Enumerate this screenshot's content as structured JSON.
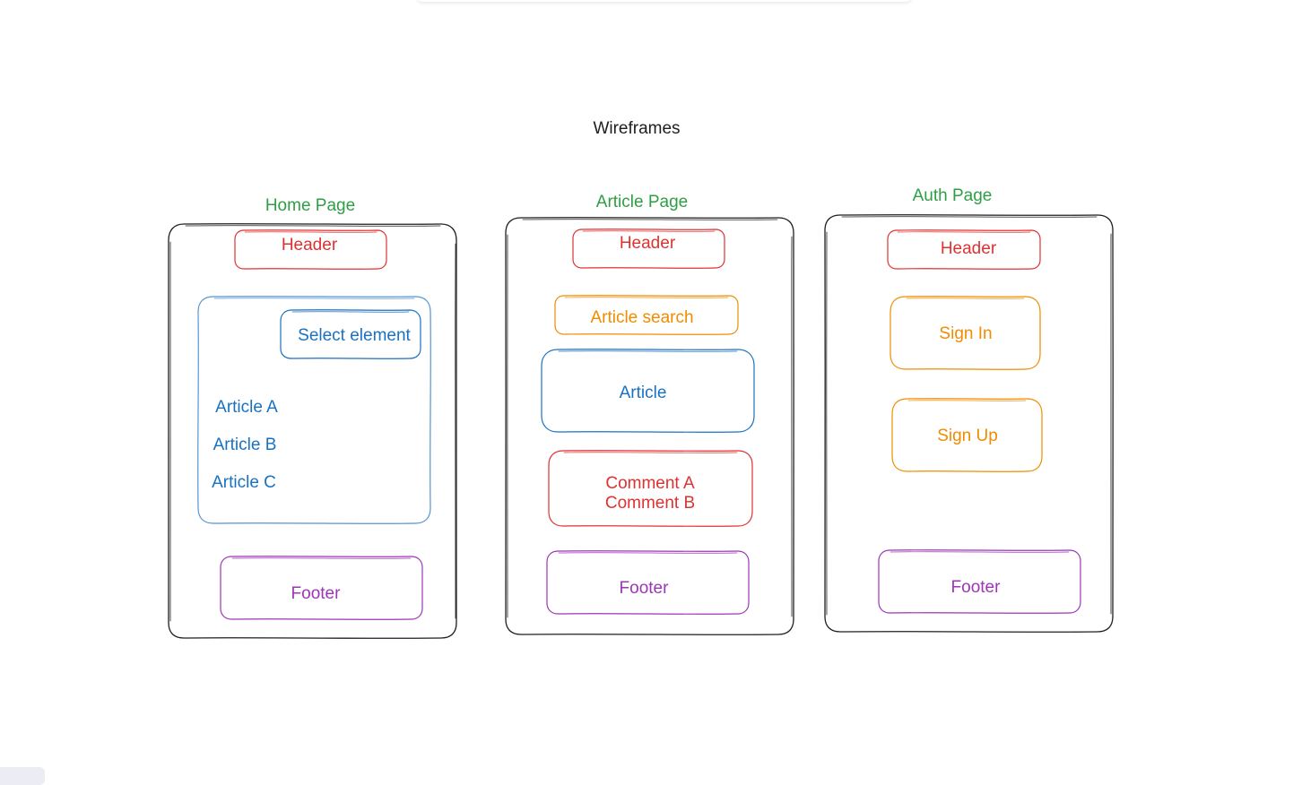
{
  "canvas_title": "Wireframes",
  "pages": [
    {
      "title": "Home Page",
      "header": "Header",
      "select_element": "Select element",
      "articles": [
        "Article A",
        "Article B",
        "Article C"
      ],
      "footer": "Footer"
    },
    {
      "title": "Article Page",
      "header": "Header",
      "search": "Article search",
      "article": "Article",
      "comments": [
        "Comment A",
        "Comment B"
      ],
      "footer": "Footer"
    },
    {
      "title": "Auth Page",
      "header": "Header",
      "sign_in": "Sign In",
      "sign_up": "Sign Up",
      "footer": "Footer"
    }
  ],
  "colors": {
    "frame": "#1e1e1e",
    "title": "#2f9e44",
    "header": "#e03131",
    "list": "#1971c2",
    "action": "#f08c00",
    "footer": "#9c36b5"
  }
}
